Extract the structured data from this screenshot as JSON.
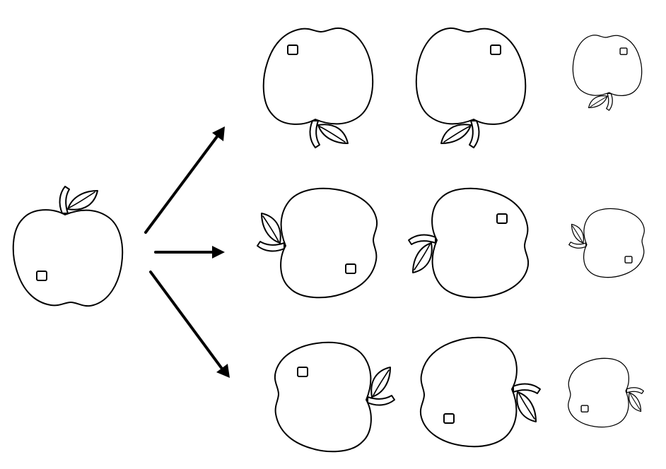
{
  "diagram": {
    "description_kind": "transformations",
    "source": {
      "id": "original",
      "marker": "bottom-left"
    },
    "rows": [
      {
        "id": "row-flip-vertical",
        "arrow": "up-right",
        "variants": [
          {
            "id": "flipped-vertical",
            "marker": "top-left",
            "scale": "full"
          },
          {
            "id": "flipped-vertical-mirror",
            "marker": "top-right",
            "scale": "full"
          },
          {
            "id": "flipped-vertical-small",
            "marker": "top-right",
            "scale": "small"
          }
        ]
      },
      {
        "id": "row-rotate",
        "arrow": "right",
        "variants": [
          {
            "id": "rotated-left-stem",
            "marker": "bottom-right",
            "scale": "full"
          },
          {
            "id": "rotated-left-stem-mirror",
            "marker": "top-right",
            "scale": "full"
          },
          {
            "id": "rotated-left-stem-small",
            "marker": "bottom-right",
            "scale": "small"
          }
        ]
      },
      {
        "id": "row-rotate-right",
        "arrow": "down-right",
        "variants": [
          {
            "id": "rotated-right-stem",
            "marker": "top-left",
            "scale": "full"
          },
          {
            "id": "rotated-right-stem-mirror",
            "marker": "bottom-left",
            "scale": "full"
          },
          {
            "id": "rotated-right-stem-small",
            "marker": "bottom-left",
            "scale": "small"
          }
        ]
      }
    ],
    "colors": {
      "stroke": "#000000",
      "fill": "#ffffff"
    }
  }
}
